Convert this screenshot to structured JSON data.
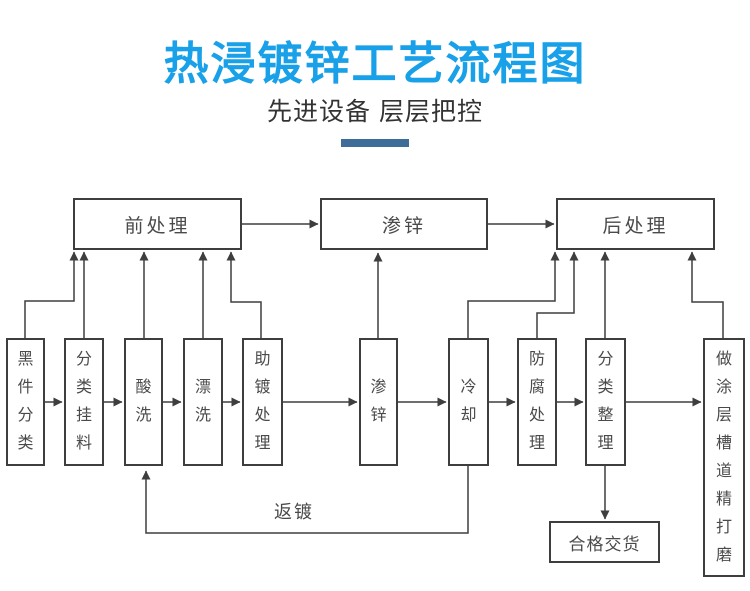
{
  "header": {
    "title": "热浸镀锌工艺流程图",
    "subtitle": "先进设备 层层把控"
  },
  "colors": {
    "title_blue": "#18a0e8",
    "subtitle_gray": "#333333",
    "accent_bar_blue": "#3f6d99",
    "line_gray": "#3e3e3e",
    "box_text_gray": "#4a4a4a"
  },
  "flowchart": {
    "stage_boxes": [
      {
        "label": "前处理"
      },
      {
        "label": "渗锌"
      },
      {
        "label": "后处理"
      }
    ],
    "process_boxes": [
      {
        "label": "黑件分类"
      },
      {
        "label": "分类挂料"
      },
      {
        "label": "酸洗"
      },
      {
        "label": "漂洗"
      },
      {
        "label": "助镀处理"
      },
      {
        "label": "渗锌"
      },
      {
        "label": "冷却"
      },
      {
        "label": "防腐处理"
      },
      {
        "label": "分类整理"
      },
      {
        "label": "做涂层槽道精打磨"
      }
    ],
    "rework_label": "返镀",
    "delivery_box_label": "合格交货"
  }
}
